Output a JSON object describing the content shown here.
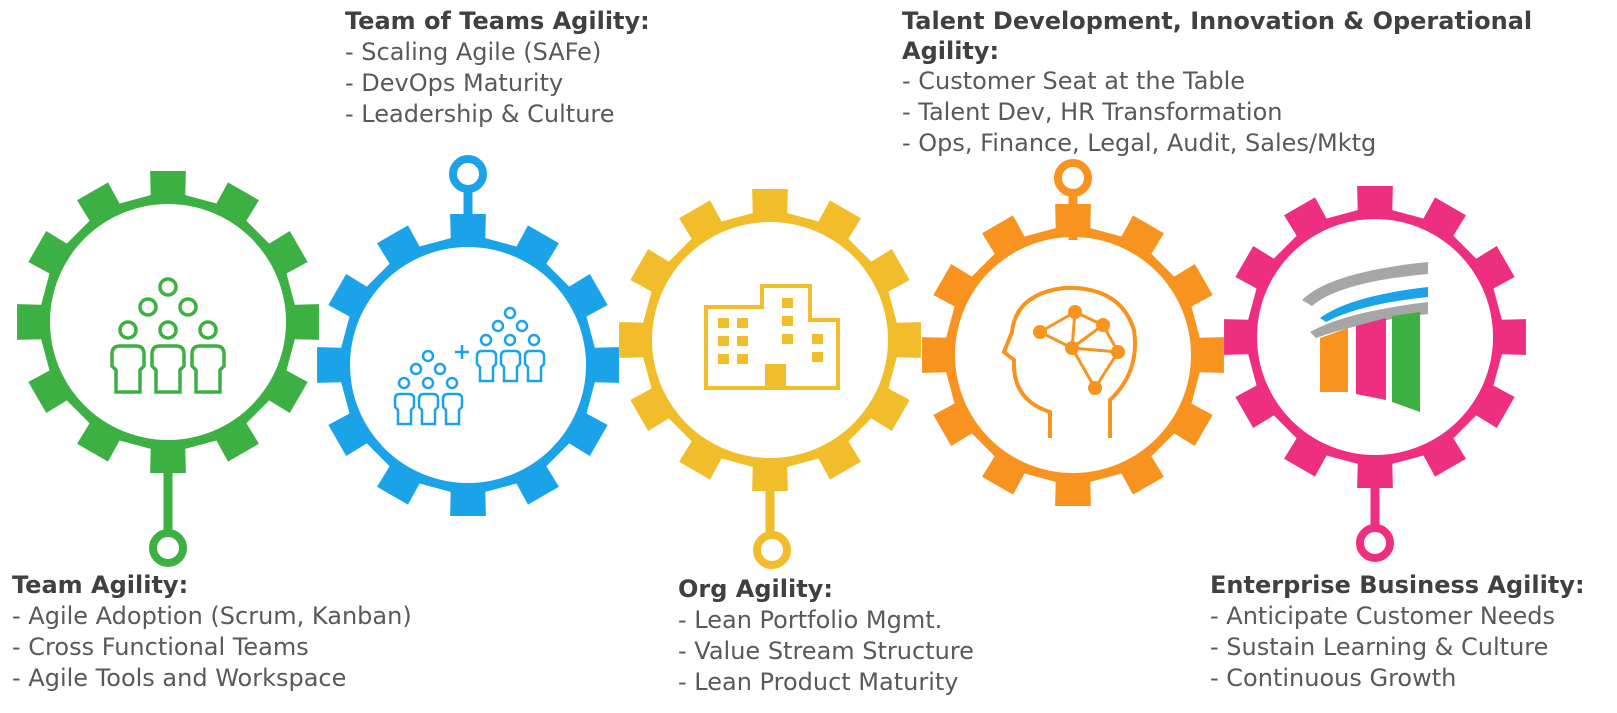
{
  "stages": [
    {
      "id": "team",
      "color": "#3cb043",
      "icon": "people-group-icon",
      "title": "Team Agility:",
      "items": [
        "- Agile Adoption (Scrum, Kanban)",
        "- Cross Functional Teams",
        "- Agile Tools and Workspace"
      ]
    },
    {
      "id": "team-of-teams",
      "color": "#1aa3e8",
      "icon": "team-of-teams-icon",
      "title": "Team of Teams Agility:",
      "items": [
        "- Scaling Agile (SAFe)",
        "- DevOps Maturity",
        "- Leadership & Culture"
      ]
    },
    {
      "id": "org",
      "color": "#f1bd2b",
      "icon": "office-building-icon",
      "title": "Org Agility:",
      "items": [
        "- Lean Portfolio Mgmt.",
        "- Value Stream Structure",
        "- Lean Product Maturity"
      ]
    },
    {
      "id": "talent",
      "color": "#f7931e",
      "icon": "brain-network-head-icon",
      "title": "Talent Development, Innovation & Operational Agility:",
      "items": [
        "- Customer Seat at the Table",
        "- Talent Dev, HR Transformation",
        "- Ops, Finance, Legal, Audit, Sales/Mktg"
      ]
    },
    {
      "id": "enterprise",
      "color": "#ee2f7f",
      "icon": "growth-bars-icon",
      "title": "Enterprise Business Agility:",
      "items": [
        "- Anticipate Customer Needs",
        "- Sustain Learning & Culture",
        "- Continuous Growth"
      ]
    }
  ]
}
